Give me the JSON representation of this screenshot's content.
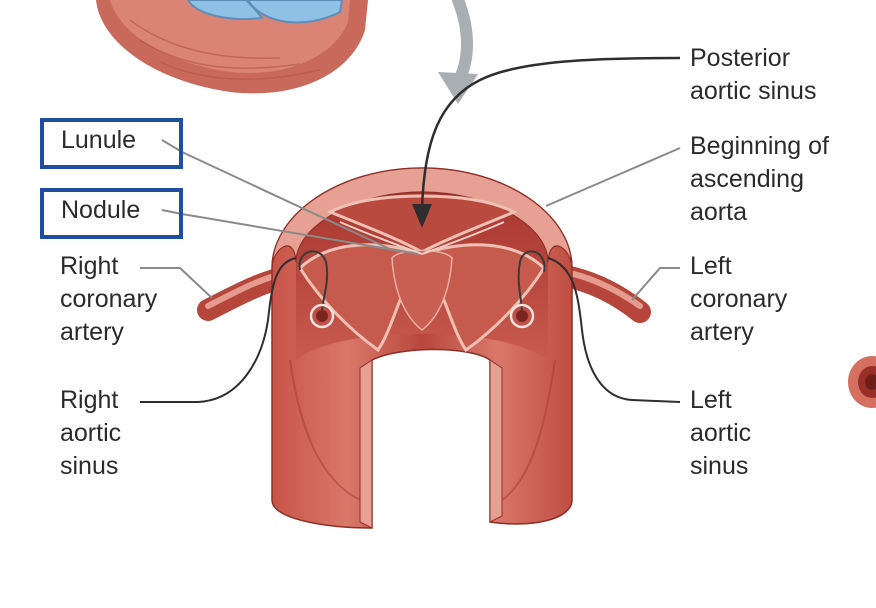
{
  "labels": {
    "lunule": "Lunule",
    "nodule": "Nodule",
    "right_coronary": [
      "Right",
      "coronary",
      "artery"
    ],
    "right_sinus": [
      "Right",
      "aortic",
      "sinus"
    ],
    "posterior_sinus": [
      "Posterior",
      "aortic sinus"
    ],
    "ascending_aorta": [
      "Beginning of",
      "ascending",
      "aorta"
    ],
    "left_coronary": [
      "Left",
      "coronary",
      "artery"
    ],
    "left_sinus": [
      "Left",
      "aortic",
      "sinus"
    ]
  },
  "colors": {
    "tissue_dark": "#b5443b",
    "tissue_mid": "#cf6a5c",
    "tissue_light": "#e9a396",
    "highlight_box": "#1f4e9e",
    "valve_blue": "#8fc0e6",
    "leader_line": "#8a8a8a",
    "arrow_gray": "#a9aeb3"
  }
}
